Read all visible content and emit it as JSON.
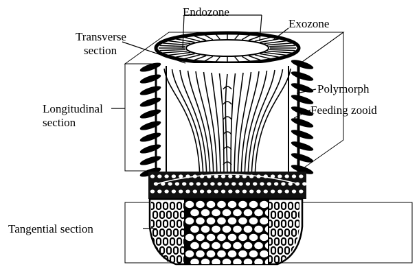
{
  "figure": {
    "labels": {
      "endozone": "Endozone",
      "exozone": "Exozone",
      "transverse_line1": "Transverse",
      "transverse_line2": "section",
      "longitudinal_line1": "Longitudinal",
      "longitudinal_line2": "section",
      "polymorph": "Polymorph",
      "feeding_zooid": "Feeding zooid",
      "tangential": "Tangential section"
    },
    "colors": {
      "ink": "#000000",
      "paper": "#ffffff"
    }
  }
}
